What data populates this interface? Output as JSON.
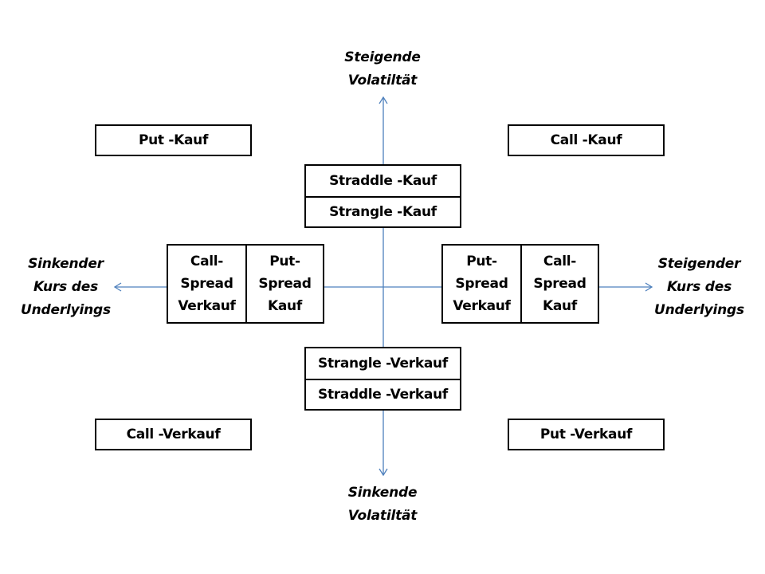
{
  "diagram": {
    "axis_color": "#4F81BD",
    "axes": {
      "top": "Steigende\nVolatiltät",
      "bottom": "Sinkende\nVolatiltät",
      "left": "Sinkender\nKurs des\nUnderlyings",
      "right": "Steigender\nKurs des\nUnderlyings"
    },
    "corners": {
      "top_left": "Put -Kauf",
      "top_right": "Call -Kauf",
      "bottom_left": "Call -Verkauf",
      "bottom_right": "Put -Verkauf"
    },
    "center_top": [
      "Straddle -Kauf",
      "Strangle -Kauf"
    ],
    "center_bottom": [
      "Strangle -Verkauf",
      "Straddle -Verkauf"
    ],
    "center_left": [
      "Call-\nSpread\nVerkauf",
      "Put-\nSpread\nKauf"
    ],
    "center_right": [
      "Put-\nSpread\nVerkauf",
      "Call-\nSpread\nKauf"
    ]
  }
}
